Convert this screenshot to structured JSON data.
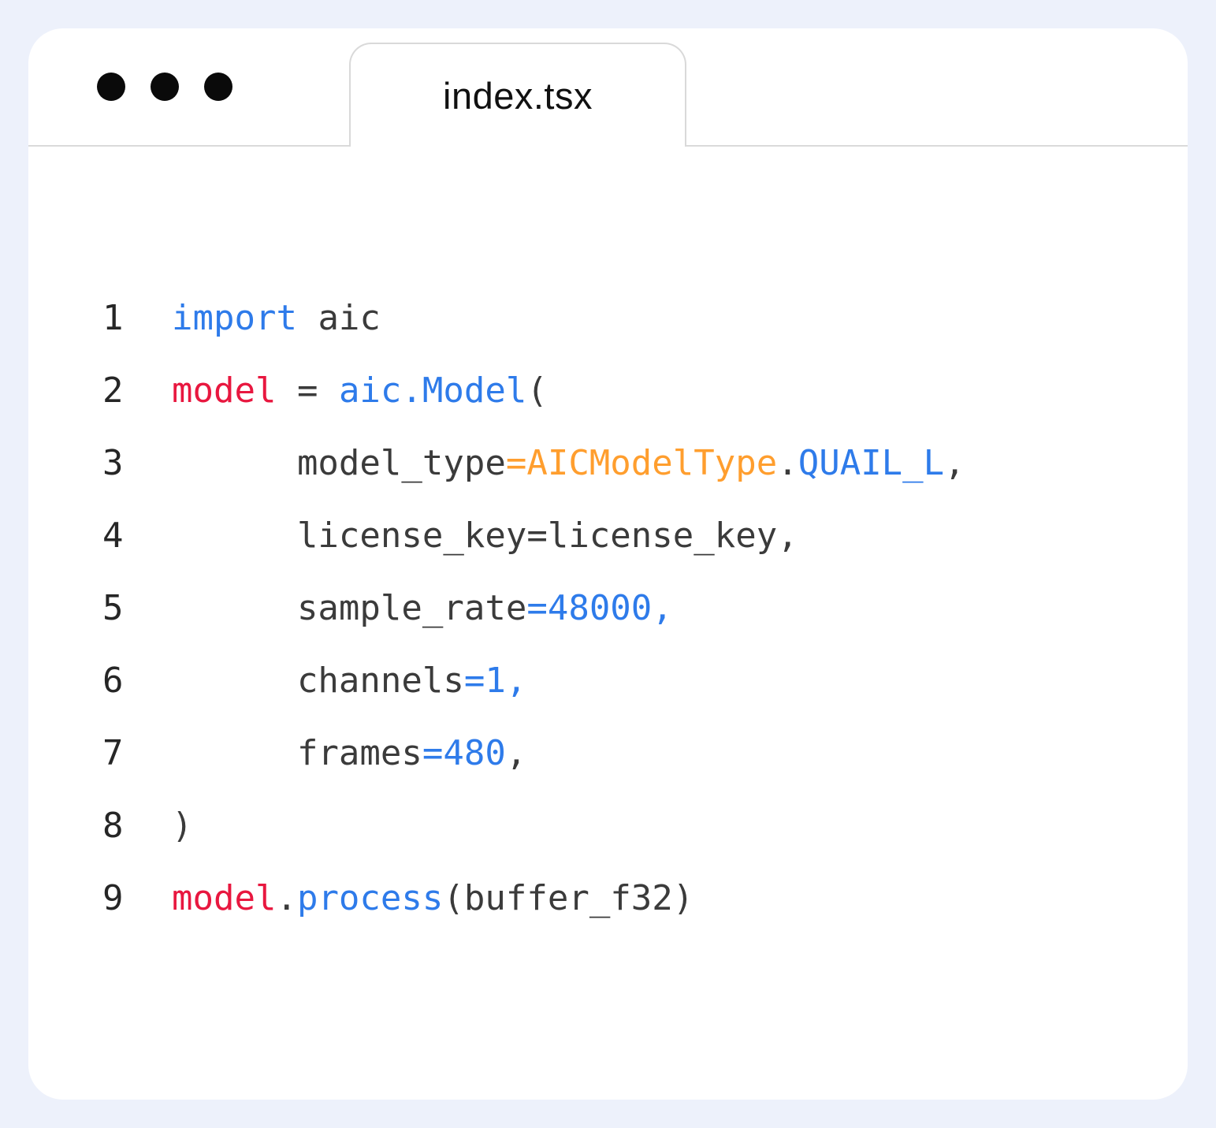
{
  "window": {
    "tab_label": "index.tsx",
    "controls_count": 3
  },
  "colors": {
    "background": "#edf1fb",
    "window_bg": "#ffffff",
    "border": "#dadada",
    "blue": "#2e7bea",
    "red": "#e8173f",
    "orange": "#ff9e2e",
    "dark": "#3b3b3b",
    "line_number": "#262626"
  },
  "code": {
    "language": "python-like snippet in index.tsx tab",
    "lines": [
      {
        "number": "1",
        "segments": [
          {
            "text": "import",
            "color": "blue"
          },
          {
            "text": " aic",
            "color": "dark"
          }
        ]
      },
      {
        "number": "2",
        "segments": [
          {
            "text": "model",
            "color": "red"
          },
          {
            "text": " = ",
            "color": "dark"
          },
          {
            "text": "aic.Model",
            "color": "blue"
          },
          {
            "text": "(",
            "color": "dark"
          }
        ]
      },
      {
        "number": "3",
        "segments": [
          {
            "text": "      model_type",
            "color": "dark"
          },
          {
            "text": "=AICModelType",
            "color": "orange"
          },
          {
            "text": ".",
            "color": "dark"
          },
          {
            "text": "QUAIL_L",
            "color": "blue"
          },
          {
            "text": ",",
            "color": "dark"
          }
        ]
      },
      {
        "number": "4",
        "segments": [
          {
            "text": "      license_key=license_key,",
            "color": "dark"
          }
        ]
      },
      {
        "number": "5",
        "segments": [
          {
            "text": "      sample_rate",
            "color": "dark"
          },
          {
            "text": "=48000,",
            "color": "blue"
          }
        ]
      },
      {
        "number": "6",
        "segments": [
          {
            "text": "      channels",
            "color": "dark"
          },
          {
            "text": "=1,",
            "color": "blue"
          }
        ]
      },
      {
        "number": "7",
        "segments": [
          {
            "text": "      frames",
            "color": "dark"
          },
          {
            "text": "=480",
            "color": "blue"
          },
          {
            "text": ",",
            "color": "dark"
          }
        ]
      },
      {
        "number": "8",
        "segments": [
          {
            "text": ")",
            "color": "dark"
          }
        ]
      },
      {
        "number": "9",
        "segments": [
          {
            "text": "model",
            "color": "red"
          },
          {
            "text": ".",
            "color": "dark"
          },
          {
            "text": "process",
            "color": "blue"
          },
          {
            "text": "(buffer_f32)",
            "color": "dark"
          }
        ]
      }
    ]
  }
}
